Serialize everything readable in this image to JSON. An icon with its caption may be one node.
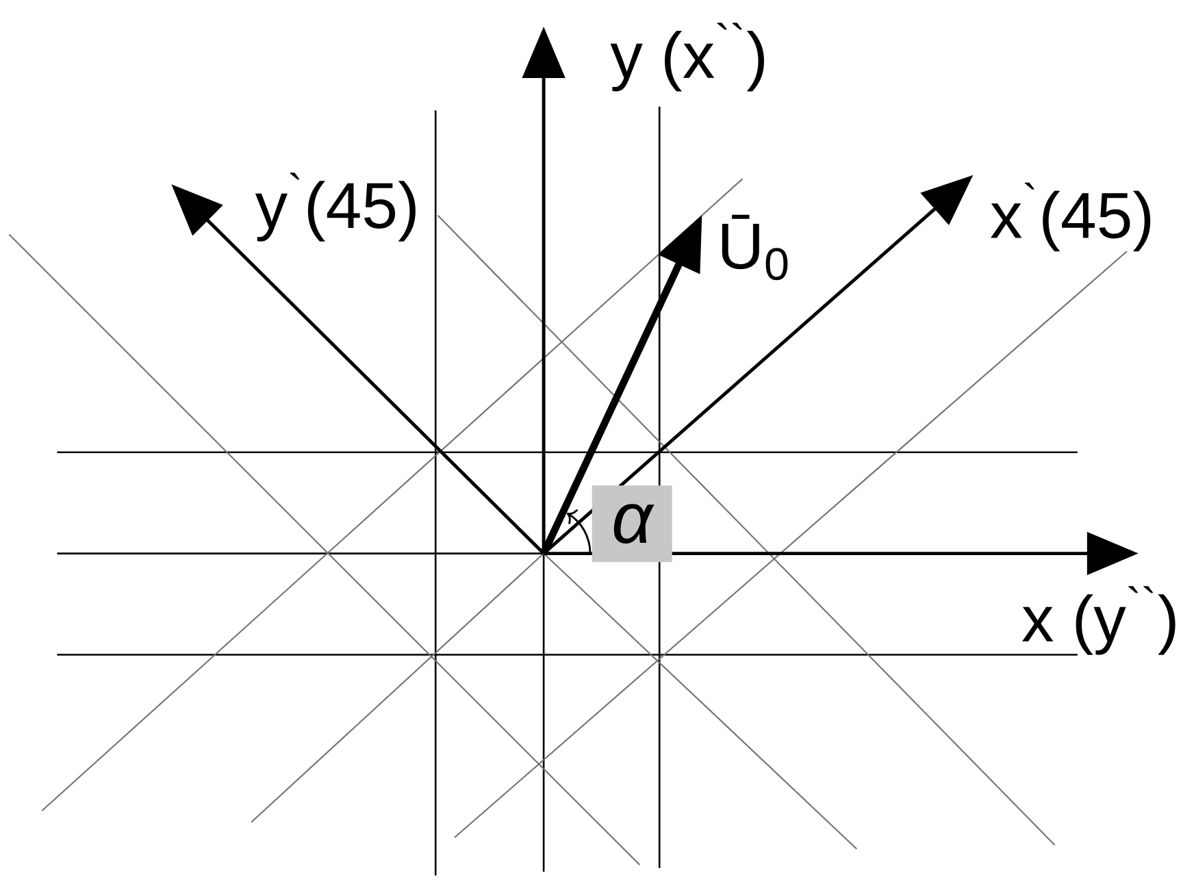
{
  "diagram": {
    "labels": [
      "y (x$^{``}$)",
      "y$^{`}$(45)",
      "Ū$_{0}$",
      "x$^{`}$(45)",
      "α",
      "x (y$^{``}$)"
    ]
  }
}
